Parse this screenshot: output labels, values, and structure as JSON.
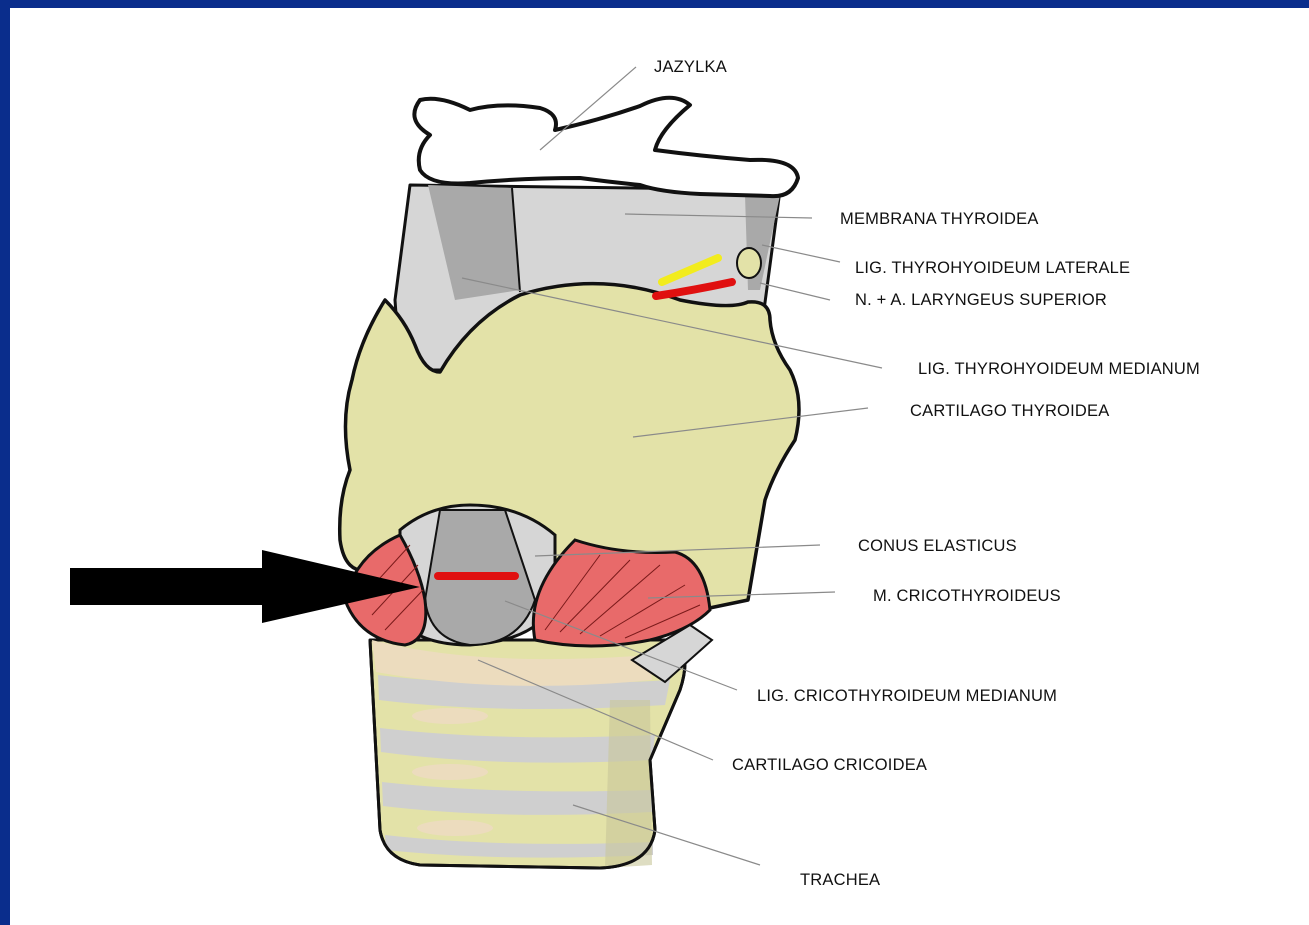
{
  "labels": {
    "hyoid": "JAZYLKA",
    "thyrohyoid_membrane": "MEMBRANA THYROIDEA",
    "lateral_thyrohyoid_ligament": "LIG. THYROHYOIDEUM LATERALE",
    "superior_laryngeal": "N. + A. LARYNGEUS SUPERIOR",
    "median_thyrohyoid_ligament": "LIG. THYROHYOIDEUM MEDIANUM",
    "thyroid_cartilage": "CARTILAGO THYROIDEA",
    "conus_elasticus": "CONUS ELASTICUS",
    "cricothyroid_muscle": "M. CRICOTHYROIDEUS",
    "cricothyroid_ligament": "LIG. CRICOTHYROIDEUM MEDIANUM",
    "cricoid_cartilage": "CARTILAGO CRICOIDEA",
    "trachea": "TRACHEA"
  },
  "colors": {
    "frame": "#0a2d8c",
    "background": "#ffffff",
    "cartilage": "#e3e2a8",
    "cricoid": "#ecdcbe",
    "membrane": "#d6d6d6",
    "membrane_dark": "#a9a9a9",
    "muscle": "#e86a6a",
    "nerve": "#f2ec1e",
    "artery": "#e01010",
    "arrow": "#000000",
    "outline": "#111111",
    "leader": "#8a8a8a"
  }
}
